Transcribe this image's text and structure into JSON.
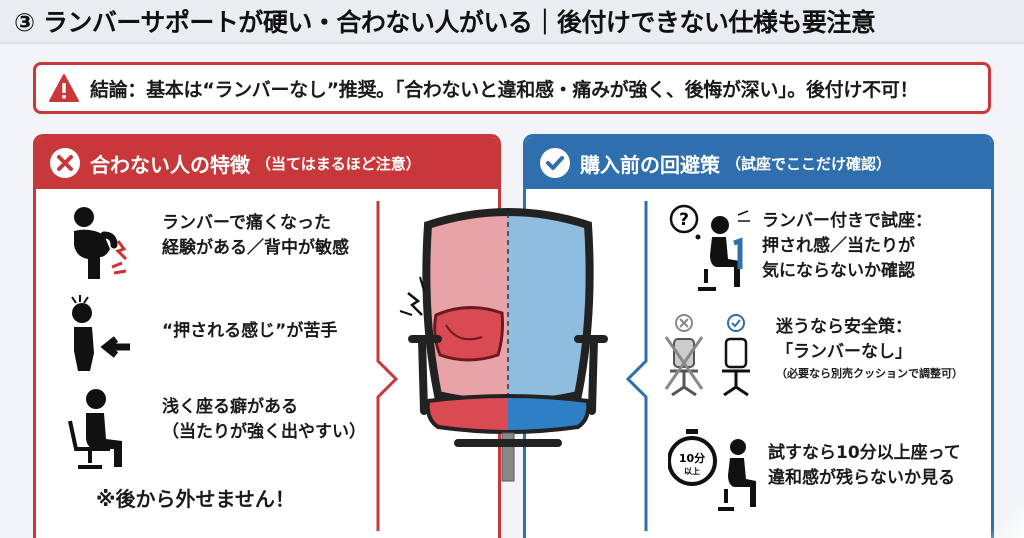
{
  "title": "③ ランバーサポートが硬い・合わない人がいる｜後付けできない仕様も要注意",
  "alert": {
    "text": "結論：基本は“ランバーなし”推奨。「合わないと違和感・痛みが強く、後悔が深い」。後付け不可！",
    "icon": "warning-triangle-icon"
  },
  "left_panel": {
    "heading": "合わない人の特徴",
    "heading_note": "（当てはまるほど注意）",
    "icon": "cross-circle-icon",
    "items": [
      {
        "line1": "ランバーで痛くなった",
        "line2": "経験がある／背中が敏感",
        "icon": "back-pain-icon"
      },
      {
        "line1": "“押される感じ”が苦手",
        "icon": "pressed-back-icon"
      },
      {
        "line1": "浅く座る癖がある",
        "line2": "（当たりが強く出やすい）",
        "icon": "shallow-sitting-icon"
      }
    ],
    "footer": "※後から外せません！"
  },
  "right_panel": {
    "heading": "購入前の回避策",
    "heading_note": "（試座でここだけ確認）",
    "icon": "check-circle-icon",
    "items": [
      {
        "line1": "ランバー付きで試座：",
        "line2": "押され感／当たりが",
        "line3": "気にならないか確認",
        "icon": "thinking-sitter-icon"
      },
      {
        "line1": "迷うなら安全策：",
        "line2": "「ランバーなし」",
        "sub": "（必要なら別売クッションで調整可）",
        "icon": "chair-compare-icon"
      },
      {
        "line1": "試すなら10分以上座って",
        "line2": "違和感が残らないか見る",
        "icon": "timer-icon",
        "timer_label": "10分",
        "timer_sub": "以上"
      }
    ]
  },
  "colors": {
    "red": "#c8383b",
    "blue": "#2f6fae",
    "chair_red": "#e8a3a8",
    "chair_blue": "#8fbde0"
  }
}
